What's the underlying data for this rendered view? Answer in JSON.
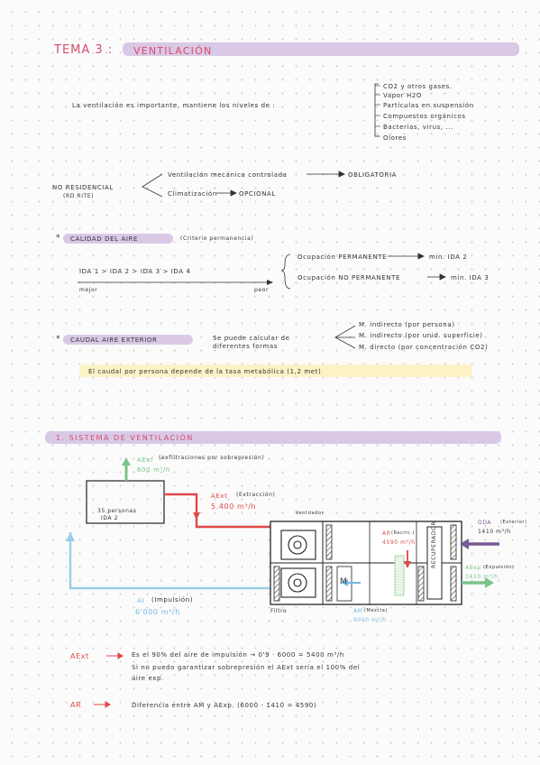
{
  "header": {
    "tema": "TEMA 3 :",
    "title": "VENTILACIÓN"
  },
  "intro": {
    "sentence": "La ventilación es importante, mantiene los niveles de :",
    "items": [
      "CO2 y otros gases.",
      "Vapor H2O",
      "Partículas en suspensión",
      "Compuestos orgánicos",
      "Bacterias, virus, ...",
      "Olores"
    ]
  },
  "no_residencial": {
    "label": "NO RESIDENCIAL",
    "note": "(RD RITE)",
    "vent": "Ventilación mecánica controlada",
    "vent_result": "OBLIGATORIA",
    "clim": "Climatización",
    "clim_result": "OPCIONAL"
  },
  "calidad": {
    "star": "*",
    "label": "CALIDAD DEL AIRE",
    "note": "(Criterio permanencia)",
    "chain": "IDA 1 > IDA 2 > IDA 3 > IDA 4",
    "mejor": "mejor",
    "peor": "peor",
    "ocup_perm": "Ocupación PERMANENTE",
    "ocup_perm_res": "min. IDA 2",
    "ocup_noperm": "Ocupación NO PERMANENTE",
    "ocup_noperm_res": "min. IDA 3"
  },
  "caudal": {
    "star": "*",
    "label": "CAUDAL AIRE EXTERIOR",
    "desc_1": "Se puede calcular de",
    "desc_2": "diferentes formas",
    "methods": [
      "M. indirecto (por persona)",
      "M. indirecto (por unid. superficie)",
      "M. directo (por concentración CO2)"
    ],
    "highlight": "El caudal por persona depende de la tasa metabólica (1,2 met)"
  },
  "sistema": {
    "title": "1. SISTEMA DE VENTILACIÓN",
    "aexf": "AExf",
    "aexf_note": "(exfiltraciones por sobrepresión)",
    "aexf_val": "600 m³/h",
    "room_1": "35 personas",
    "room_2": "IDA 2",
    "aext": "AExt",
    "aext_note": "(Extracción)",
    "aext_val": "5.400 m³/h",
    "ventilador": "Ventilador",
    "ar": "AR",
    "ar_note": "(Recirc.)",
    "ar_val": "4590 m³/h",
    "recuperador": "RECUPERADOR",
    "oda": "ODA",
    "oda_note": "(Exterior)",
    "oda_val": "1410 m³/h",
    "aexp": "AExp",
    "aexp_note": "(Expulsión)",
    "aexp_val": "1410 m³/h",
    "ai": "AI",
    "ai_note": "(Impulsión)",
    "ai_val": "6'000 m³/h",
    "am": "AM",
    "am_note": "(Mezcla)",
    "am_val": "6000 m³/h",
    "filtro": "Filtro",
    "m": "M"
  },
  "notes": {
    "aext_label": "AExt",
    "aext_line1": "Es el 90% del aire de impulsión → 0'9 · 6000 = 5400 m³/h",
    "aext_line2": "Si no puedo garantizar sobrepresión el AExt sería el 100% del",
    "aext_line3": "aire exp.",
    "ar_label": "AR",
    "ar_line": "Diferencia entre AM y AExp. (6000 - 1410 = 4590)"
  },
  "colors": {
    "title": "#d94a6a",
    "purple_hl": "#d9c9e6",
    "yellow_hl": "#fbf3c6",
    "red": "#e04848",
    "blue": "#8ec8e8",
    "purple": "#7a5a96",
    "green": "#7cc38a"
  }
}
